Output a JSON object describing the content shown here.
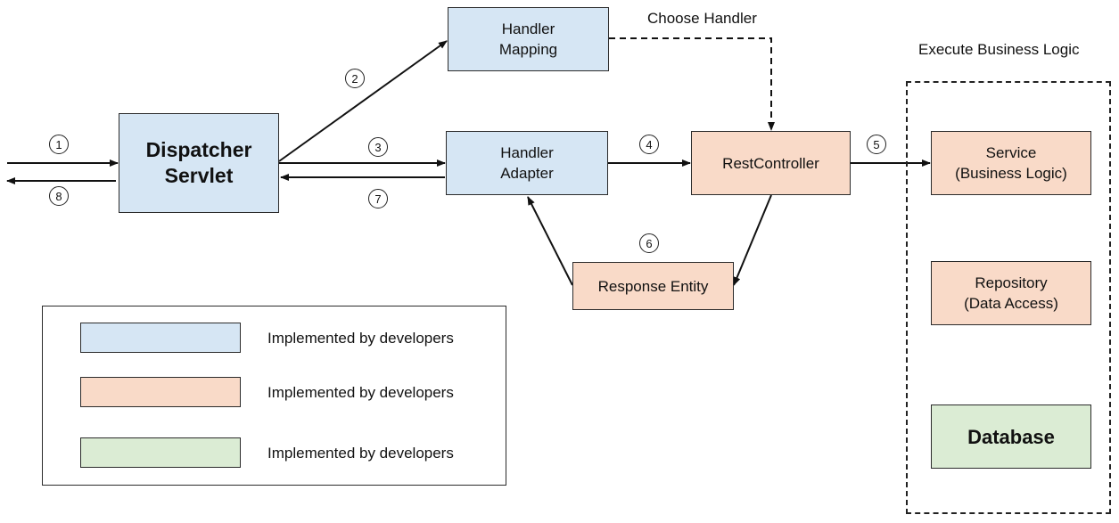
{
  "nodes": {
    "dispatcher": "Dispatcher\nServlet",
    "handler_mapping": "Handler\nMapping",
    "handler_adapter": "Handler\nAdapter",
    "rest_controller": "RestController",
    "response_entity": "Response Entity",
    "service": "Service\n(Business Logic)",
    "repository": "Repository\n(Data Access)",
    "database": "Database"
  },
  "annotations": {
    "choose_handler": "Choose Handler",
    "execute_business_logic": "Execute Business Logic"
  },
  "steps": {
    "s1": "1",
    "s2": "2",
    "s3": "3",
    "s4": "4",
    "s5": "5",
    "s6": "6",
    "s7": "7",
    "s8": "8"
  },
  "legend": [
    {
      "label": "Implemented by developers",
      "color": "#d6e6f4"
    },
    {
      "label": "Implemented by developers",
      "color": "#f9dac8"
    },
    {
      "label": "Implemented by developers",
      "color": "#dbecd4"
    }
  ],
  "colors": {
    "framework_blue": "#d6e6f4",
    "developer_peach": "#f9dac8",
    "database_green": "#dbecd4"
  }
}
